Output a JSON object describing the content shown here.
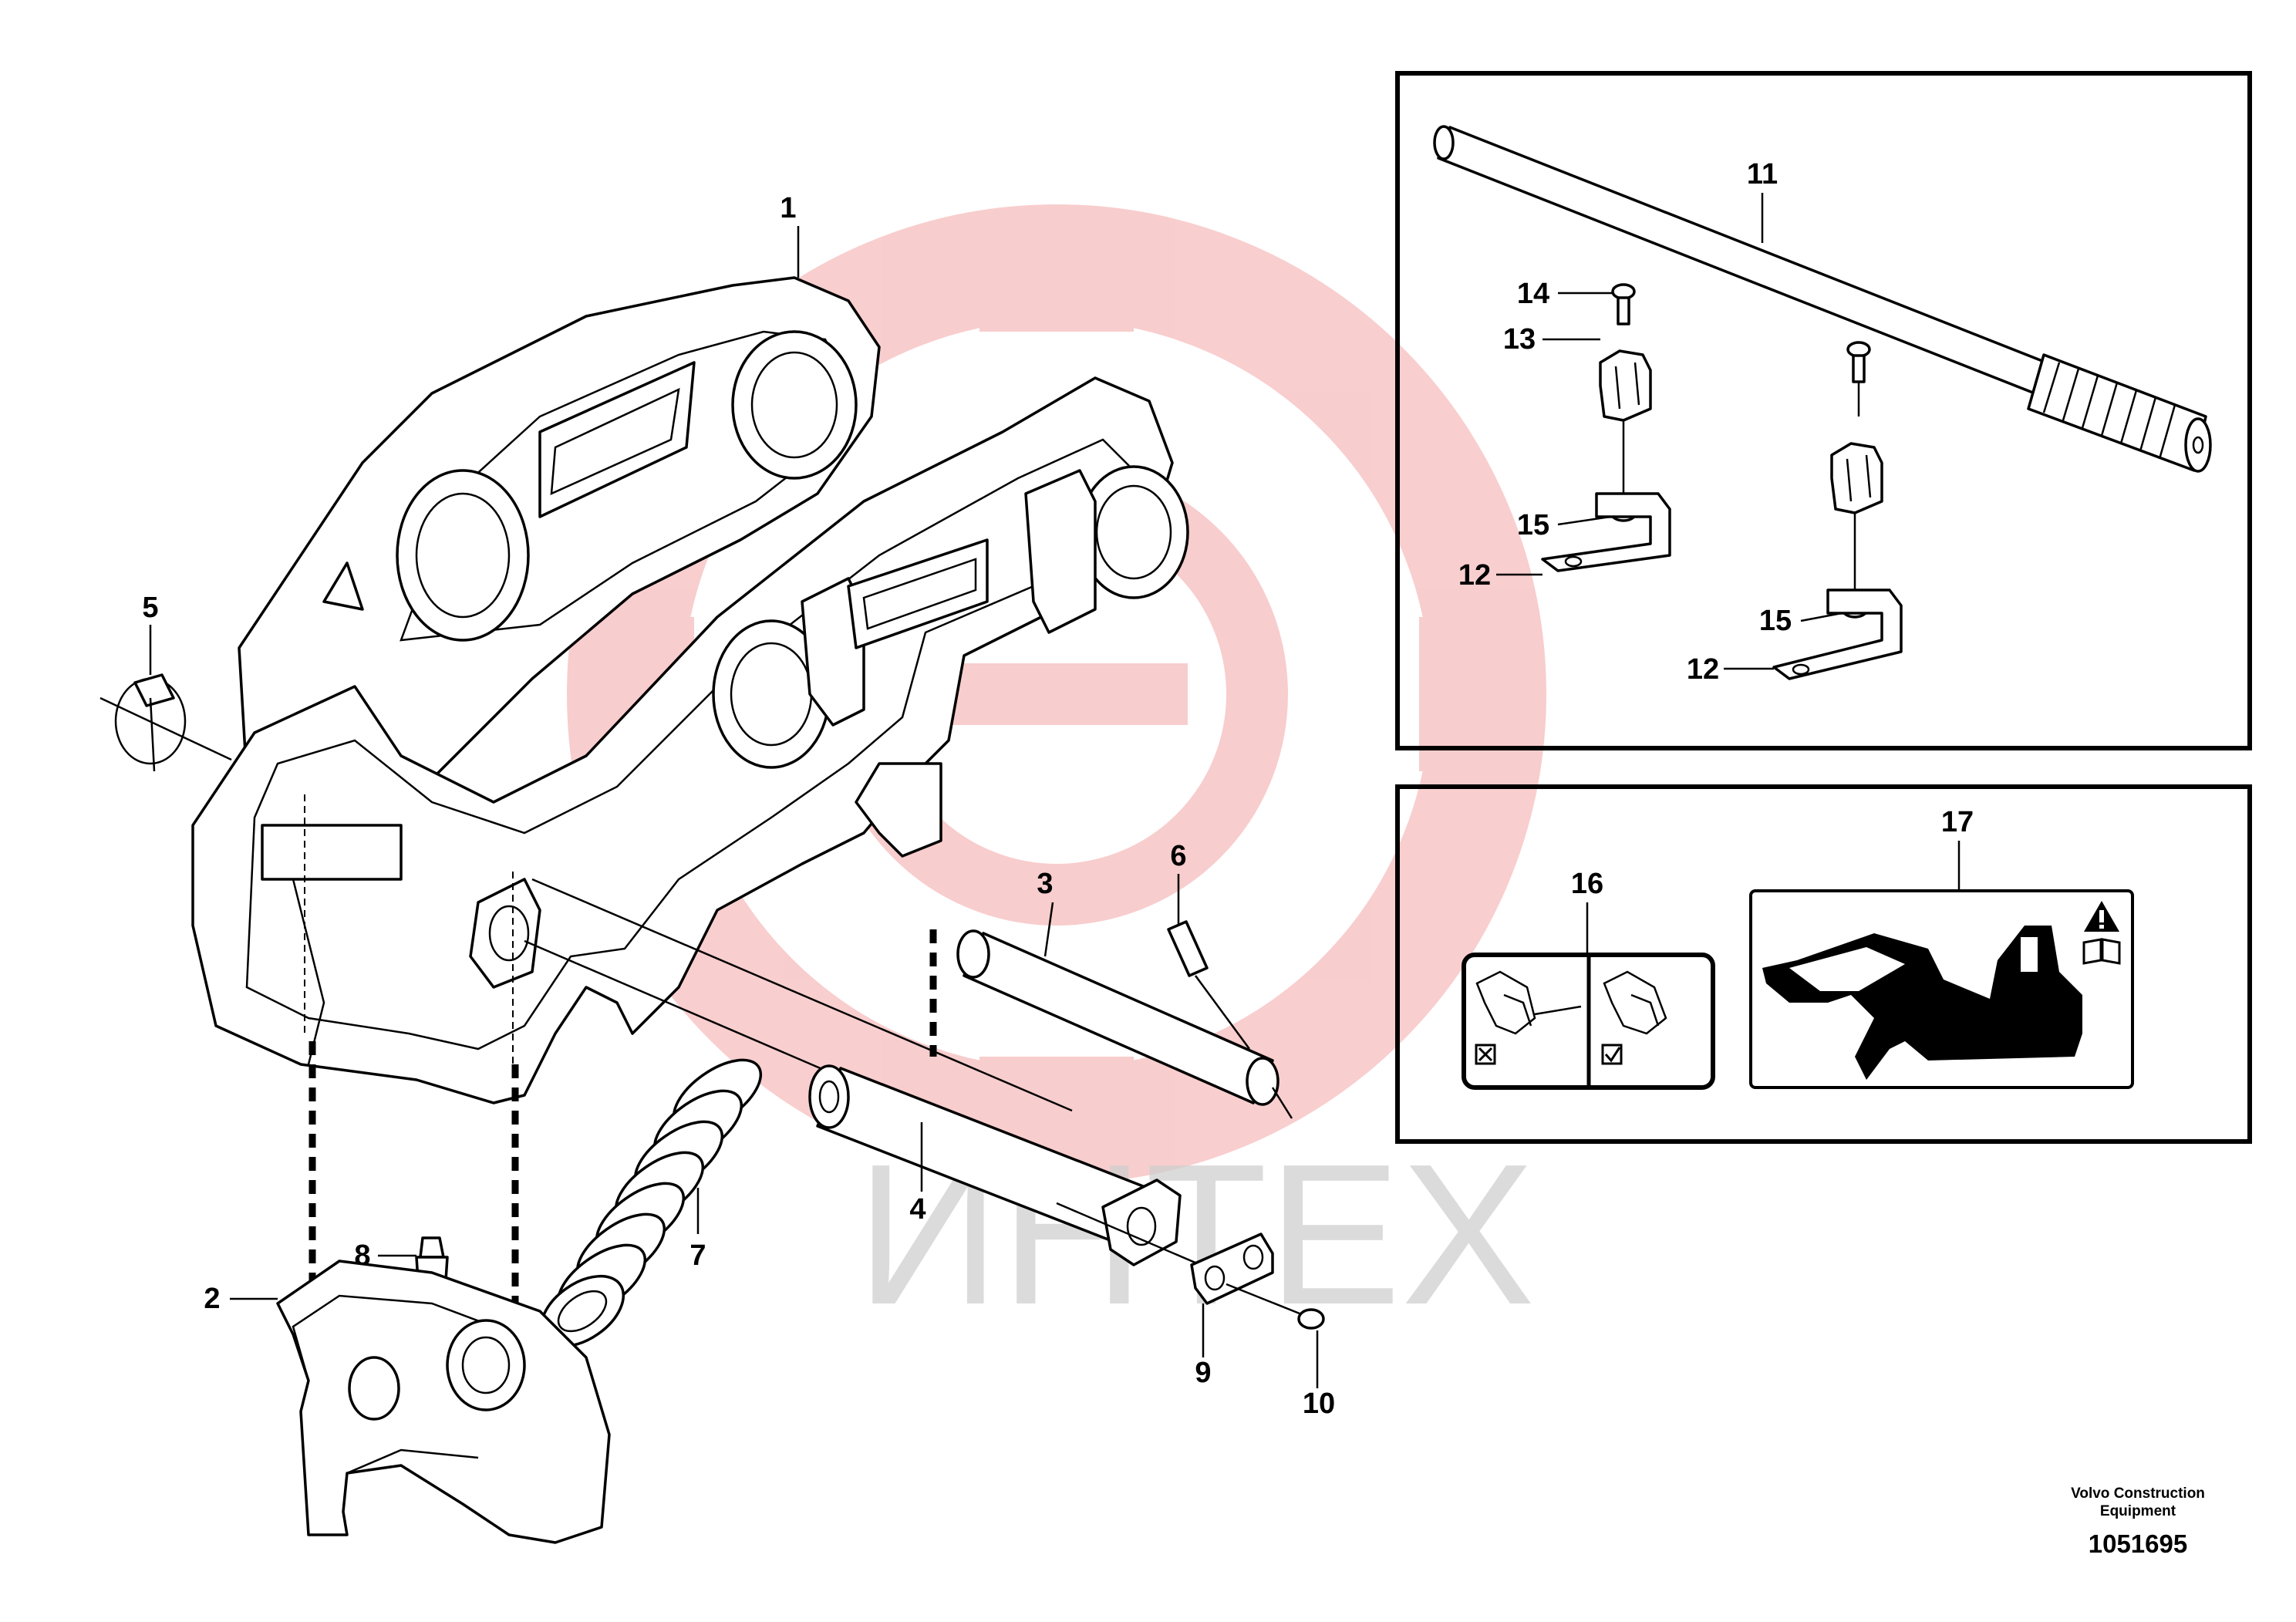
{
  "callouts": {
    "c1": "1",
    "c2": "2",
    "c3": "3",
    "c4": "4",
    "c5": "5",
    "c6": "6",
    "c7": "7",
    "c8": "8",
    "c9": "9",
    "c10": "10",
    "c11": "11",
    "c12a": "12",
    "c12b": "12",
    "c13": "13",
    "c14": "14",
    "c15a": "15",
    "c15b": "15",
    "c16": "16",
    "c17": "17"
  },
  "watermark": {
    "text": "ИНТЕХ",
    "color": "#f4a0a0"
  },
  "footer": {
    "maker_line1": "Volvo Construction",
    "maker_line2": "Equipment",
    "drawing_number": "1051695"
  },
  "colors": {
    "line": "#000000",
    "watermark_gear": "#f6b8b8",
    "watermark_text": "#c8c8c8"
  }
}
